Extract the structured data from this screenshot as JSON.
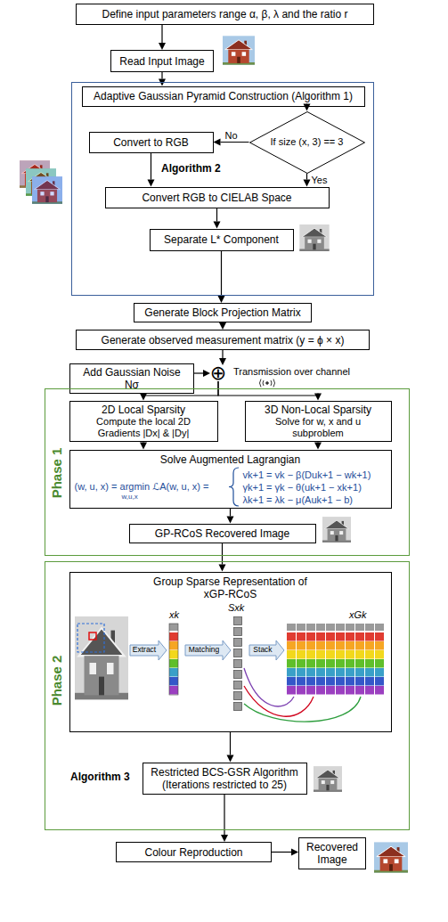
{
  "diagram": {
    "nodes": [
      {
        "text": [
          "Define input parameters range α, β, λ and the ratio r"
        ]
      },
      {
        "text": [
          "Read Input Image"
        ]
      },
      {
        "text": [
          "Algorithm 2"
        ]
      },
      {
        "text": [
          "Adaptive Gaussian Pyramid Construction (Algorithm 1)"
        ],
        "in": 2
      },
      {
        "text": [
          "If size (x, 3) == 3"
        ],
        "in": 2
      },
      {
        "text": [
          "Convert to RGB"
        ],
        "in": 2
      },
      {
        "text": [
          "Convert RGB to CIELAB Space"
        ],
        "in": 2
      },
      {
        "text": [
          "Separate L* Component"
        ],
        "in": 2
      },
      {
        "text": [
          "Generate Block Projection Matrix"
        ]
      },
      {
        "text": [
          "Generate observed measurement matrix (y = ϕ × x)"
        ]
      },
      {
        "text": [
          "Add Gaussian Noise Nσ"
        ]
      },
      {
        "text": [
          "⊕"
        ]
      },
      {
        "text": [
          "Phase 1"
        ]
      },
      {
        "text": [
          "2D Local Sparsity",
          "Compute the local 2D Gradients |Dx| & |Dy|"
        ],
        "in": 12
      },
      {
        "text": [
          "3D Non-Local Sparsity",
          "Solve for w, x and u subproblem"
        ],
        "in": 12
      },
      {
        "text": [
          "Solve Augmented Lagrangian",
          "(w, u, x) = argmin ℒA(w, u, x) =",
          "w,u,x",
          "vk+1 = vk − β(Duk+1 − wk+1)",
          "γk+1 = γk − θ(uk+1 − xk+1)",
          "λk+1 = λk − μ(Auk+1 − b)"
        ],
        "in": 12
      },
      {
        "text": [
          "GP-RCoS Recovered Image"
        ],
        "in": 12
      },
      {
        "text": [
          "Phase 2",
          "Algorithm 3"
        ]
      },
      {
        "text": [
          "Group Sparse Representation of xGP-RCoS"
        ],
        "in": 17
      },
      {
        "text": [
          "Restricted BCS-GSR Algorithm (Iterations restricted to 25)"
        ],
        "in": 17
      },
      {
        "text": [
          "Colour Reproduction"
        ]
      },
      {
        "text": [
          "Recovered Image"
        ]
      }
    ],
    "edges": [
      {
        "from": 0,
        "to": 1,
        "arrow": "to"
      },
      {
        "from": 1,
        "to": 3,
        "arrow": "to"
      },
      {
        "from": 3,
        "to": 4,
        "arrow": "to"
      },
      {
        "from": 4,
        "to": 5,
        "label": "No",
        "arrow": "to"
      },
      {
        "from": 4,
        "to": 6,
        "label": "Yes",
        "arrow": "to"
      },
      {
        "from": 5,
        "to": 6,
        "arrow": "to"
      },
      {
        "from": 6,
        "to": 7,
        "arrow": "to"
      },
      {
        "from": 7,
        "to": 8,
        "arrow": "to"
      },
      {
        "from": 8,
        "to": 9,
        "arrow": "to"
      },
      {
        "from": 9,
        "to": 11,
        "arrow": "to"
      },
      {
        "from": 10,
        "to": 11,
        "arrow": "to"
      },
      {
        "from": 11,
        "to": 13,
        "arrow": "to"
      },
      {
        "from": 11,
        "to": 14,
        "arrow": "to"
      },
      {
        "from": 13,
        "to": 15,
        "arrow": "to"
      },
      {
        "from": 14,
        "to": 15,
        "arrow": "to"
      },
      {
        "from": 15,
        "to": 16,
        "arrow": "to"
      },
      {
        "from": 16,
        "to": 18,
        "arrow": "to"
      },
      {
        "from": 18,
        "to": 19,
        "arrow": "to"
      },
      {
        "from": 19,
        "to": 20,
        "arrow": "to"
      },
      {
        "from": 20,
        "to": 21,
        "arrow": "to"
      }
    ],
    "labels": [
      "Transmission over channel",
      "xk",
      "Extract",
      "Matching",
      "Sxk",
      "Stack",
      "xGk"
    ]
  }
}
